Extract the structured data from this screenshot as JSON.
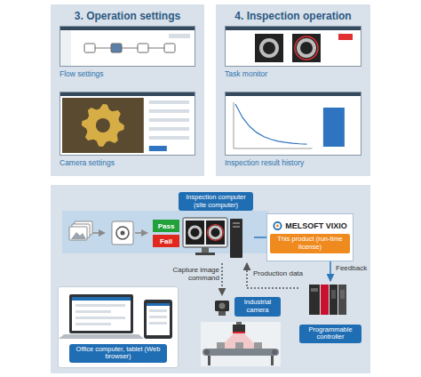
{
  "diagram": {
    "nodes": [
      {
        "text": [
          "3. Operation settings"
        ]
      },
      {
        "text": [
          "Flow settings"
        ],
        "in": 0
      },
      {
        "text": [
          "Camera settings"
        ],
        "in": 0
      },
      {
        "text": [
          "4. Inspection operation"
        ]
      },
      {
        "text": [
          "Task monitor"
        ],
        "in": 3
      },
      {
        "text": [
          "Inspection result history"
        ],
        "in": 3
      },
      {
        "text": [
          "Pass"
        ]
      },
      {
        "text": [
          "Fail"
        ]
      },
      {
        "text": [
          "Inspection computer (site computer)"
        ]
      },
      {
        "text": [
          "MELSOFT VIXIO",
          "This product (run-time license)"
        ]
      },
      {
        "text": [
          "Industrial camera"
        ]
      },
      {
        "text": [
          "Programmable controller"
        ]
      },
      {
        "text": [
          "Office computer, tablet (Web browser)"
        ]
      }
    ],
    "edges": [
      {
        "from": 8,
        "to": 10,
        "label": "Capture image command",
        "arrow": "to"
      },
      {
        "from": 11,
        "to": 8,
        "label": "Production data",
        "arrow": "to"
      },
      {
        "from": 9,
        "to": 11,
        "label": "Feedback",
        "arrow": "to"
      },
      {
        "from": 8,
        "to": 9,
        "arrow": "none"
      }
    ]
  }
}
